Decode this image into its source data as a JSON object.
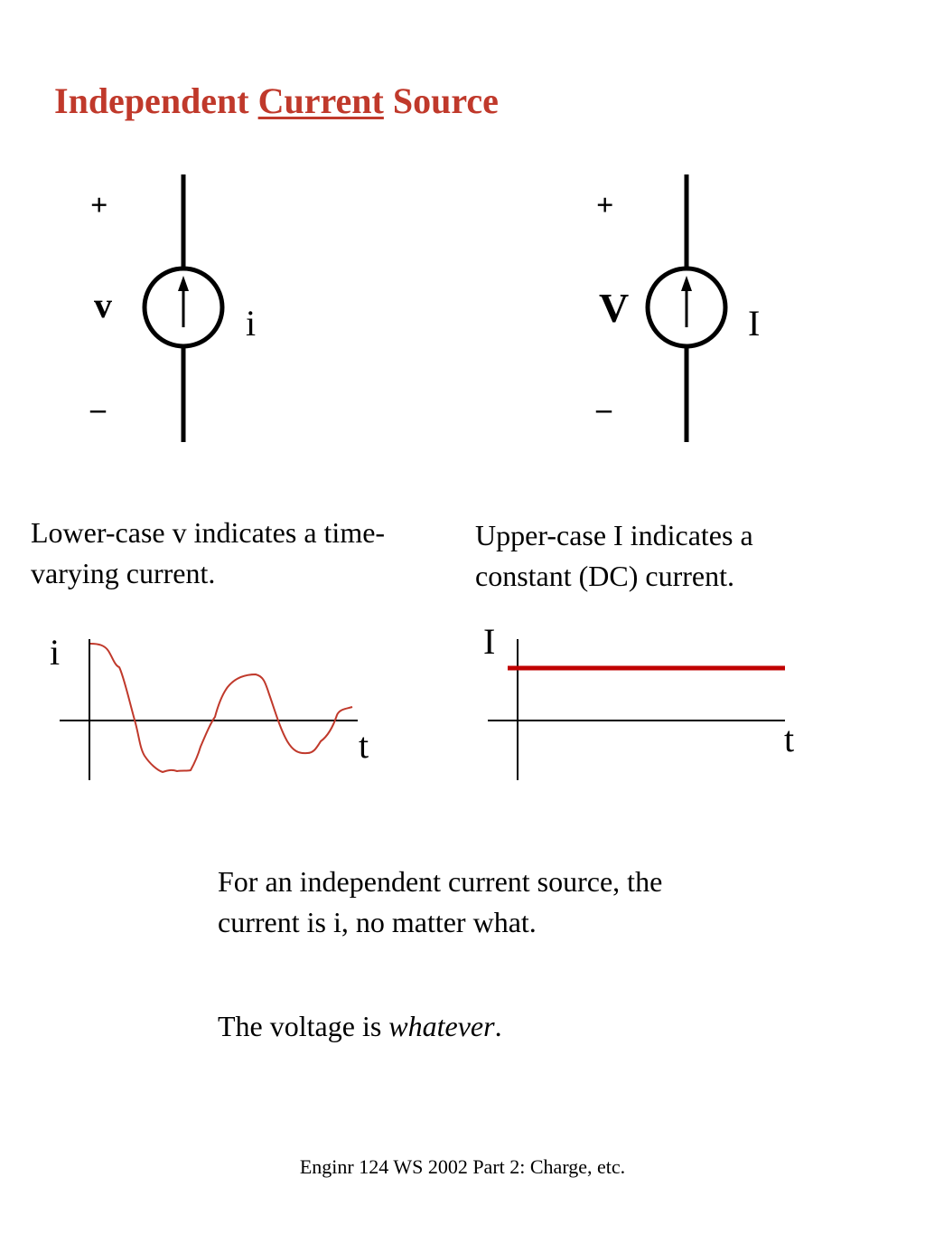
{
  "title": {
    "part1": "Independent ",
    "part2": "Current",
    "part3": " Source",
    "color": "#c0392b"
  },
  "left_source": {
    "plus": "+",
    "voltage_symbol": "v",
    "minus": "–",
    "current_symbol": "i"
  },
  "right_source": {
    "plus": "+",
    "voltage_symbol": "V",
    "minus": "–",
    "current_symbol": "I"
  },
  "left_caption": "Lower-case v indicates a time-varying current.",
  "right_caption": "Upper-case I indicates a constant (DC) current.",
  "left_graph": {
    "y_label": "i",
    "x_label": "t",
    "curve_color": "#c0392b"
  },
  "right_graph": {
    "y_label": "I",
    "x_label": "t",
    "line_color": "#c00000"
  },
  "note": {
    "line1": "For an independent current source, the current is i, no matter what.",
    "line2_prefix": "The voltage is ",
    "line2_emph": "whatever",
    "line2_suffix": "."
  },
  "footer": "Enginr 124 WS 2002  Part 2: Charge, etc."
}
